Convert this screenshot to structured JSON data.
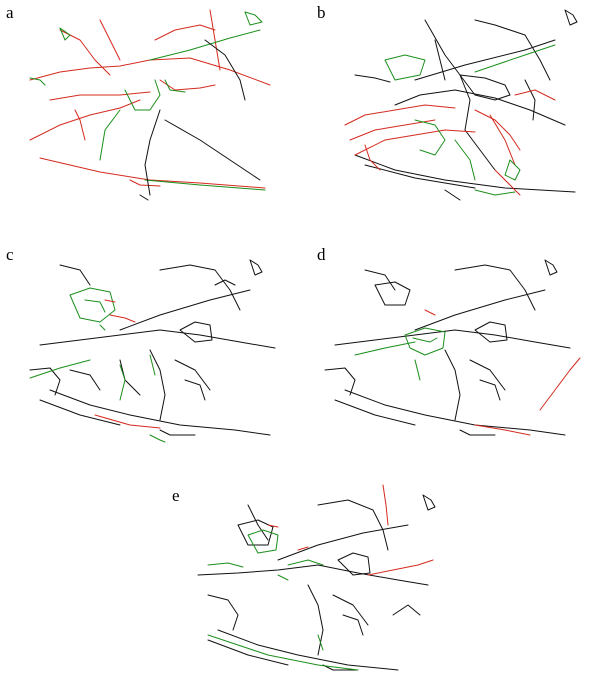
{
  "panels": [
    {
      "letter": "a"
    },
    {
      "letter": "b"
    },
    {
      "letter": "c"
    },
    {
      "letter": "d"
    },
    {
      "letter": "e"
    }
  ],
  "colors": {
    "existing_network": "#111111",
    "added_roads": "#d42a1e",
    "modified_roads": "#1b8f1b"
  }
}
